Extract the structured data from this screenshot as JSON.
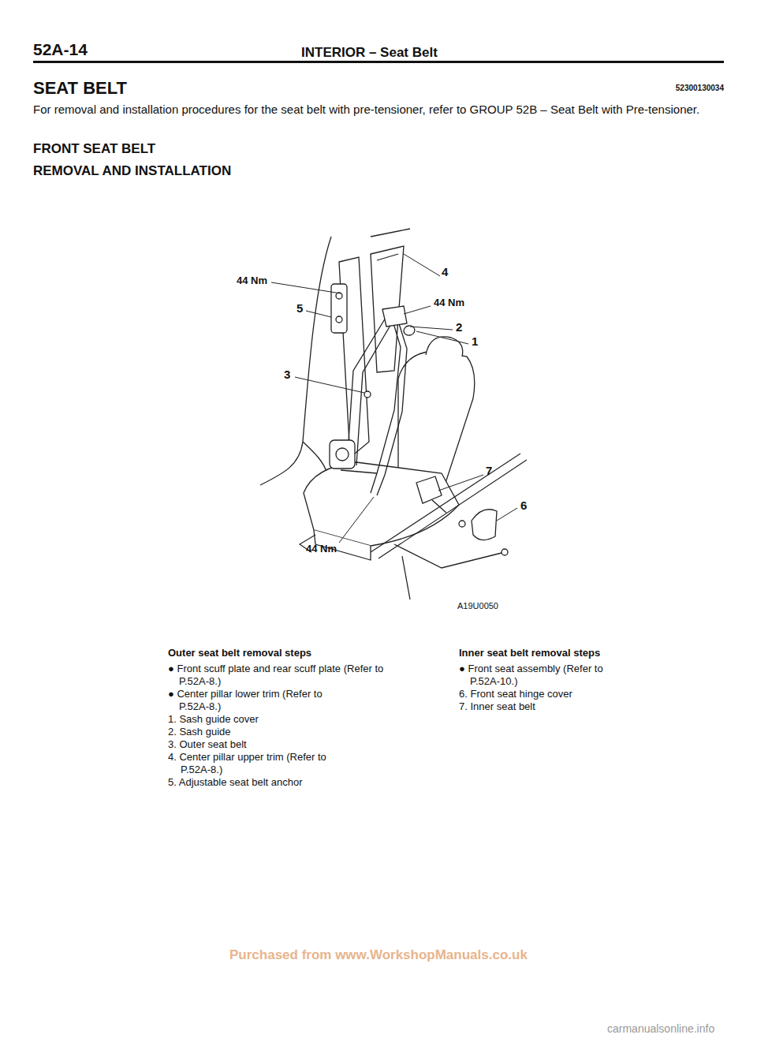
{
  "diagram": {
    "title": "SEAT BELT",
    "labels": [
      "52A-14",
      "INTERIOR – Seat Belt",
      "52300130034",
      "For removal and installation procedures for the seat belt with pre-tensioner, refer to GROUP 52B – Seat Belt with Pre-tensioner.",
      "FRONT SEAT BELT",
      "REMOVAL AND INSTALLATION",
      "44 Nm",
      "5",
      "4",
      "44 Nm",
      "2",
      "1",
      "3",
      "7",
      "6",
      "44 Nm",
      "A19U0050",
      "Outer seat belt removal steps",
      "● Front scuff plate and rear scuff plate (Refer to P.52A-8.)",
      "● Center pillar lower trim (Refer to P.52A-8.)",
      "1. Sash guide cover",
      "2. Sash guide",
      "3. Outer seat belt",
      "4. Center pillar upper trim (Refer to P.52A-8.)",
      "5. Adjustable seat belt anchor",
      "Inner seat belt removal steps",
      "● Front seat assembly (Refer to P.52A-10.)",
      "6. Front seat hinge cover",
      "7. Inner seat belt",
      "Purchased from www.WorkshopManuals.co.uk",
      "carmanualsonline.info"
    ]
  }
}
